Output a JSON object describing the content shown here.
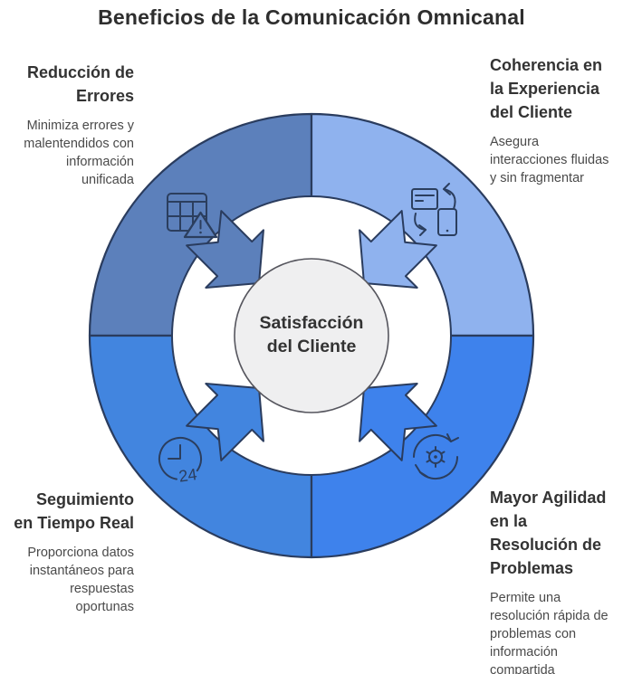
{
  "title": "Beneficios de la Comunicación Omnicanal",
  "center": {
    "line1": "Satisfacción",
    "line2": "del Cliente"
  },
  "corners": {
    "top_left": {
      "title_lines": [
        "Reducción de",
        "Errores"
      ],
      "body_lines": [
        "Minimiza errores y",
        "malentendidos con",
        "información",
        "unificada"
      ],
      "icon": "table-error-warning-icon"
    },
    "top_right": {
      "title_lines": [
        "Coherencia en",
        "la Experiencia",
        "del Cliente"
      ],
      "body_lines": [
        "Asegura",
        "interacciones fluidas",
        "y sin fragmentar"
      ],
      "icon": "devices-sync-icon"
    },
    "bottom_left": {
      "title_lines": [
        "Seguimiento",
        "en Tiempo Real"
      ],
      "body_lines": [
        "Proporciona datos",
        "instantáneos para",
        "respuestas",
        "oportunas"
      ],
      "icon": "clock-24h-icon"
    },
    "bottom_right": {
      "title_lines": [
        "Mayor Agilidad",
        "en la",
        "Resolución de",
        "Problemas"
      ],
      "body_lines": [
        "Permite una",
        "resolución rápida de",
        "problemas con",
        "información",
        "compartida"
      ],
      "icon": "gear-refresh-icon"
    }
  },
  "icons": {
    "clock_label": "24"
  },
  "colors": {
    "quadrant_top_left": "#5C80BB",
    "quadrant_top_right": "#8FB2EE",
    "quadrant_bottom_left": "#4285DF",
    "quadrant_bottom_right": "#3E82EC",
    "outline": "#2A3C5E",
    "icon_stroke": "#2B3E5E",
    "inner_ring_fill": "#FFFFFF",
    "center_fill": "#EFEFF0",
    "center_stroke": "#56565E",
    "title_color": "#2E2E2E",
    "heading_color": "#333333",
    "body_color": "#4A4A4A"
  }
}
